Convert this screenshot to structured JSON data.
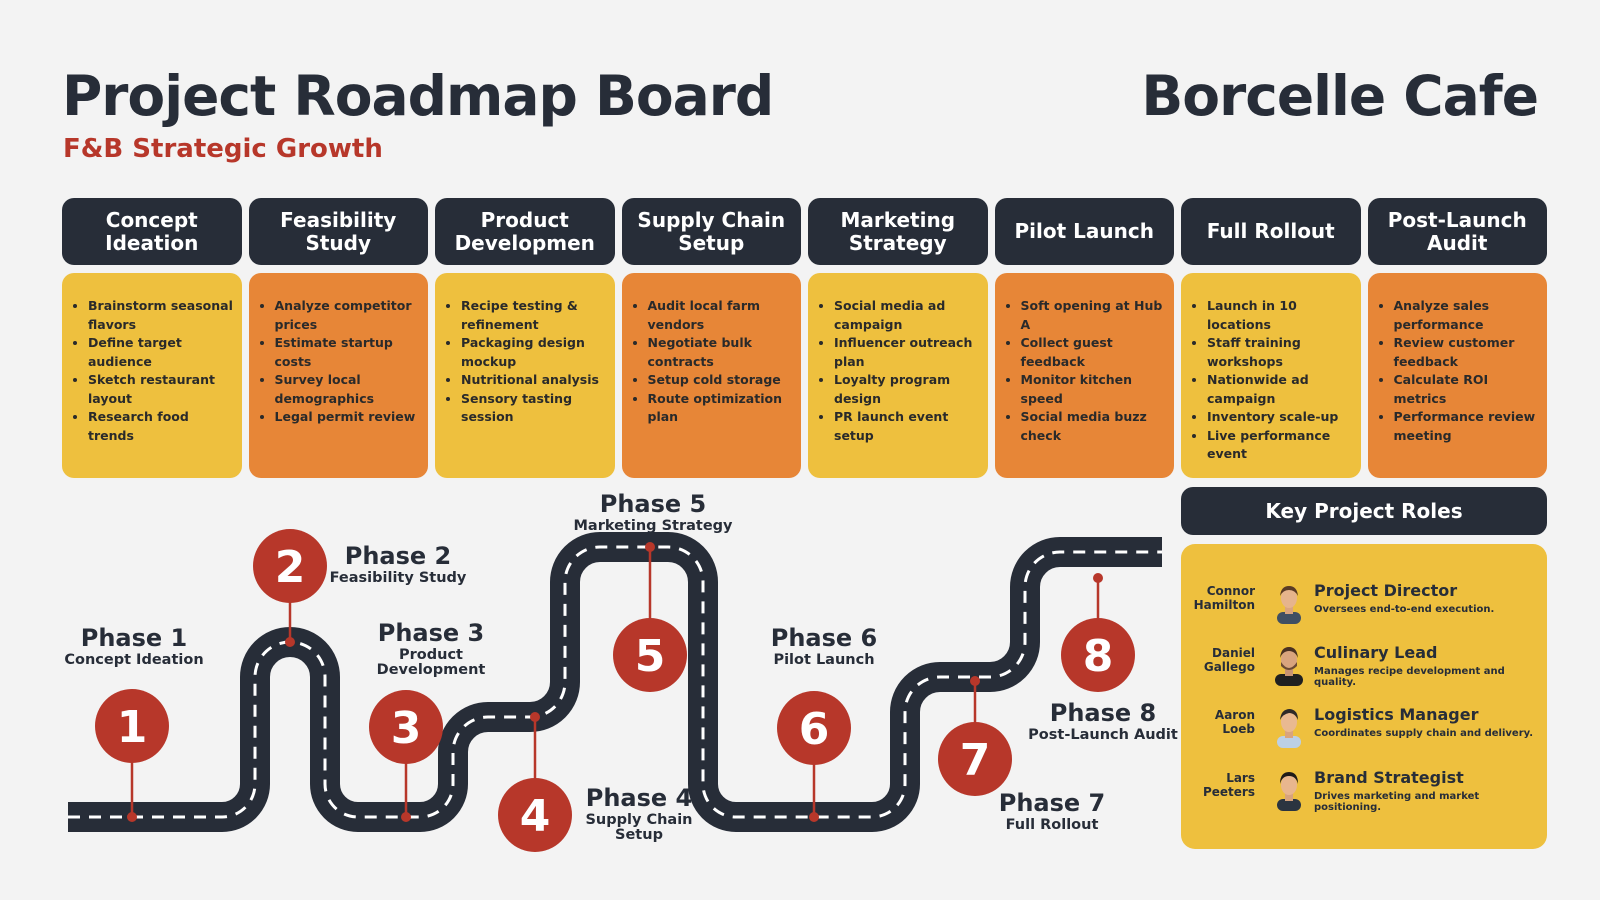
{
  "header": {
    "title": "Project Roadmap Board",
    "subtitle": "F&B Strategic Growth",
    "brand": "Borcelle Cafe"
  },
  "colors": {
    "dark": "#272d38",
    "accent_red": "#b7372a",
    "yellow": "#eec03e",
    "orange": "#e78637"
  },
  "columns": [
    {
      "title": "Concept Ideation",
      "color": "yellow",
      "items": [
        "Brainstorm seasonal flavors",
        "Define target audience",
        "Sketch restaurant layout",
        "Research food trends"
      ]
    },
    {
      "title": "Feasibility Study",
      "color": "orange",
      "items": [
        "Analyze competitor prices",
        "Estimate startup costs",
        "Survey local demographics",
        "Legal permit review"
      ]
    },
    {
      "title": "Product Developmen",
      "color": "yellow",
      "items": [
        "Recipe testing & refinement",
        "Packaging design mockup",
        "Nutritional analysis",
        "Sensory tasting session"
      ]
    },
    {
      "title": "Supply Chain Setup",
      "color": "orange",
      "items": [
        "Audit local farm vendors",
        "Negotiate bulk contracts",
        "Setup cold storage",
        "Route optimization plan"
      ]
    },
    {
      "title": "Marketing Strategy",
      "color": "yellow",
      "items": [
        "Social media ad campaign",
        "Influencer outreach plan",
        "Loyalty program design",
        "PR launch event setup"
      ]
    },
    {
      "title": "Pilot Launch",
      "color": "orange",
      "items": [
        " Soft opening at Hub A",
        "Collect guest feedback",
        "Monitor kitchen speed",
        "Social media buzz check"
      ]
    },
    {
      "title": "Full Rollout",
      "color": "yellow",
      "items": [
        "Launch in 10 locations",
        "Staff training workshops",
        "Nationwide ad campaign",
        "Inventory scale-up",
        "Live performance event"
      ]
    },
    {
      "title": "Post-Launch Audit",
      "color": "orange",
      "items": [
        "Analyze sales performance",
        "Review customer feedback",
        "Calculate ROI metrics",
        "Performance review meeting"
      ]
    }
  ],
  "phases": [
    {
      "number": "1",
      "title": "Phase 1",
      "subtitle": "Concept Ideation"
    },
    {
      "number": "2",
      "title": "Phase 2",
      "subtitle": "Feasibility Study"
    },
    {
      "number": "3",
      "title": "Phase 3",
      "subtitle": "Product Development"
    },
    {
      "number": "4",
      "title": "Phase 4",
      "subtitle": "Supply Chain Setup"
    },
    {
      "number": "5",
      "title": "Phase 5",
      "subtitle": "Marketing Strategy"
    },
    {
      "number": "6",
      "title": "Phase 6",
      "subtitle": "Pilot Launch"
    },
    {
      "number": "7",
      "title": "Phase 7",
      "subtitle": "Full Rollout"
    },
    {
      "number": "8",
      "title": "Phase 8",
      "subtitle": "Post-Launch Audit"
    }
  ],
  "roles": {
    "heading": "Key Project Roles",
    "people": [
      {
        "name": "Connor Hamilton",
        "title": "Project Director",
        "description": "Oversees end-to-end execution."
      },
      {
        "name": "Daniel Gallego",
        "title": "Culinary Lead",
        "description": "Manages recipe development and quality."
      },
      {
        "name": "Aaron Loeb",
        "title": "Logistics Manager",
        "description": "Coordinates supply chain and delivery."
      },
      {
        "name": "Lars Peeters",
        "title": "Brand Strategist",
        "description": "Drives marketing and market positioning."
      }
    ]
  }
}
